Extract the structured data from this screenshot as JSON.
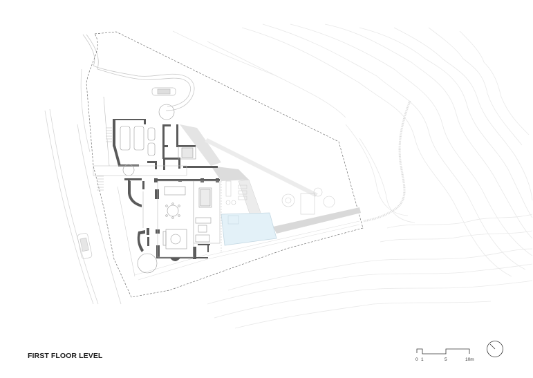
{
  "drawing": {
    "title": "FIRST FLOOR LEVEL",
    "type": "architectural floor plan / site plan",
    "colors": {
      "walls": "#555555",
      "thin_lines": "#bdbdbd",
      "contours": "#e6e6e6",
      "boundary": "#777777",
      "pool_fill": "#e3f1f8",
      "terrace_fill": "#d8d8d8"
    }
  },
  "scale_bar": {
    "labels": [
      "0",
      "1",
      "5",
      "10m"
    ],
    "unit": "m"
  },
  "north_arrow": {
    "icon": "north-arrow-circle-icon"
  }
}
